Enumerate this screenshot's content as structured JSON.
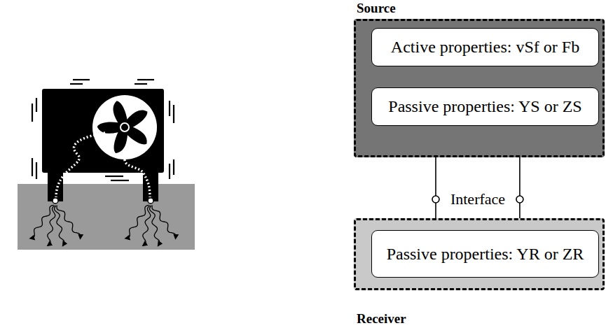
{
  "diagram": {
    "nodes": [
      {
        "text": [
          "Source"
        ]
      },
      {
        "text": [
          "Active properties: vSf or Fb"
        ],
        "in": 0
      },
      {
        "text": [
          "Passive properties: YS or ZS"
        ],
        "in": 0
      },
      {
        "text": [
          "Receiver"
        ]
      },
      {
        "text": [
          "Passive properties: YR or ZR"
        ],
        "in": 3
      }
    ],
    "edges": [
      {
        "from": 1,
        "to": 2,
        "arrow": "none"
      },
      {
        "from": 1,
        "to": 2,
        "arrow": "none"
      },
      {
        "from": 2,
        "to": 4,
        "arrow": "none"
      },
      {
        "from": 2,
        "to": 4,
        "arrow": "none"
      }
    ],
    "labels": [
      "Interface"
    ]
  }
}
